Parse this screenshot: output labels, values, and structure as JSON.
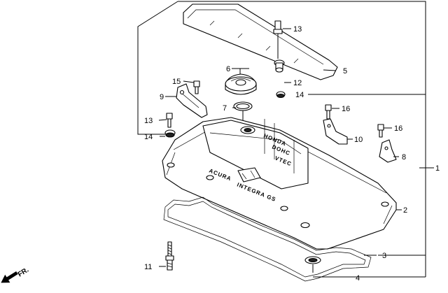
{
  "callouts": [
    {
      "id": "1",
      "text": "1"
    },
    {
      "id": "2",
      "text": "2"
    },
    {
      "id": "3",
      "text": "3"
    },
    {
      "id": "4",
      "text": "4"
    },
    {
      "id": "5",
      "text": "5"
    },
    {
      "id": "6",
      "text": "6"
    },
    {
      "id": "7",
      "text": "7"
    },
    {
      "id": "8",
      "text": "8"
    },
    {
      "id": "9",
      "text": "9"
    },
    {
      "id": "10",
      "text": "10"
    },
    {
      "id": "11",
      "text": "11"
    },
    {
      "id": "12",
      "text": "12"
    },
    {
      "id": "13a",
      "text": "13"
    },
    {
      "id": "13b",
      "text": "13"
    },
    {
      "id": "14a",
      "text": "14"
    },
    {
      "id": "14b",
      "text": "14"
    },
    {
      "id": "15",
      "text": "15"
    },
    {
      "id": "16a",
      "text": "16"
    },
    {
      "id": "16b",
      "text": "16"
    }
  ],
  "direction_indicator": {
    "label": "FR.",
    "icon": "front-direction-arrow-icon"
  },
  "cover_marking": {
    "line1": "HONDA",
    "line2": "DOHC",
    "line3": "VTEC",
    "brand_text": "ACURA",
    "model_text": "INTEGRA GS"
  }
}
